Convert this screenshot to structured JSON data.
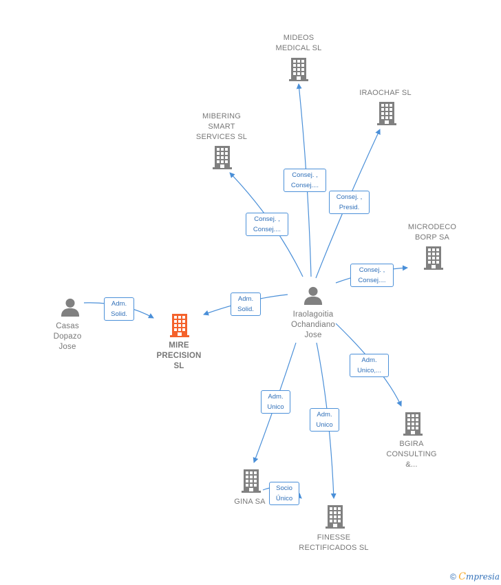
{
  "colors": {
    "edge": "#4a8fd8",
    "building": "#808080",
    "focus_building": "#f4622b",
    "person": "#808080"
  },
  "nodes": {
    "mideos": "MIDEOS\nMEDICAL  SL",
    "iraochaf": "IRAOCHAF SL",
    "mibering": "MIBERING\nSMART\nSERVICES  SL",
    "microdeco": "MICRODECO\nBORP SA",
    "casas": "Casas\nDopazo\nJose",
    "mire": "MIRE\nPRECISION\nSL",
    "iraolagoitia": "Iraolagoitia\nOchandiano\nJose",
    "bgira": "BGIRA\nCONSULTING\n&...",
    "gina": "GINA SA",
    "finesse": "FINESSE\nRECTIFICADOS SL"
  },
  "edges": {
    "to_mideos": "Consej. ,\nConsej....",
    "to_iraochaf": "Consej. ,\nPresid.",
    "to_mibering": "Consej. ,\nConsej....",
    "to_microdeco": "Consej. ,\nConsej....",
    "to_mire_from_iraolagoitia": "Adm.\nSolid.",
    "to_mire_from_casas": "Adm.\nSolid.",
    "to_bgira": "Adm.\nUnico,...",
    "to_gina": "Adm.\nUnico",
    "to_finesse": "Adm.\nUnico",
    "gina_to_finesse": "Socio\nÚnico"
  },
  "footer": {
    "copyright": "©",
    "brand_first": "C",
    "brand_rest": "mpresia"
  }
}
